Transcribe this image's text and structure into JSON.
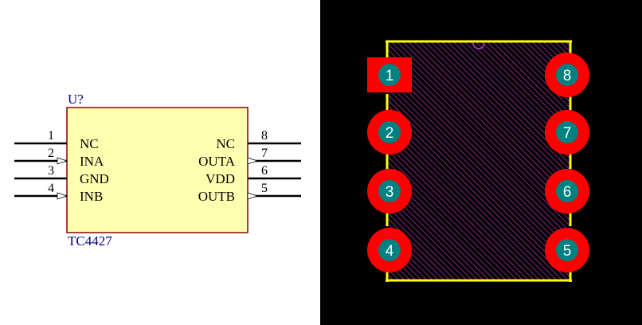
{
  "colors": {
    "schematic_bg": "#FFFFFF",
    "body_fill": "#FFFFB0",
    "body_stroke": "#8B0000",
    "wire": "#000000",
    "designator_text": "#000080",
    "pin_text": "#000000",
    "pcb_bg": "#000000",
    "silkscreen": "#FFFF00",
    "hatch": "#C03AC0",
    "pad_fill": "#FF0000",
    "drill_fill": "#008080",
    "pad_label": "#FFFFFF"
  },
  "schematic": {
    "designator": "U?",
    "part_name": "TC4427",
    "pins": [
      {
        "number": "1",
        "name": "NC",
        "side": "left",
        "input_arrow": false
      },
      {
        "number": "2",
        "name": "INA",
        "side": "left",
        "input_arrow": true
      },
      {
        "number": "3",
        "name": "GND",
        "side": "left",
        "input_arrow": false
      },
      {
        "number": "4",
        "name": "INB",
        "side": "left",
        "input_arrow": true
      },
      {
        "number": "8",
        "name": "NC",
        "side": "right",
        "output_arrow": false
      },
      {
        "number": "7",
        "name": "OUTA",
        "side": "right",
        "output_arrow": true
      },
      {
        "number": "6",
        "name": "VDD",
        "side": "right",
        "output_arrow": false
      },
      {
        "number": "5",
        "name": "OUTB",
        "side": "right",
        "output_arrow": true
      }
    ]
  },
  "footprint": {
    "pads": [
      {
        "number": "1",
        "shape": "square",
        "side": "left"
      },
      {
        "number": "2",
        "shape": "oval",
        "side": "left"
      },
      {
        "number": "3",
        "shape": "oval",
        "side": "left"
      },
      {
        "number": "4",
        "shape": "oval",
        "side": "left"
      },
      {
        "number": "8",
        "shape": "oval",
        "side": "right"
      },
      {
        "number": "7",
        "shape": "oval",
        "side": "right"
      },
      {
        "number": "6",
        "shape": "oval",
        "side": "right"
      },
      {
        "number": "5",
        "shape": "oval",
        "side": "right"
      }
    ]
  }
}
